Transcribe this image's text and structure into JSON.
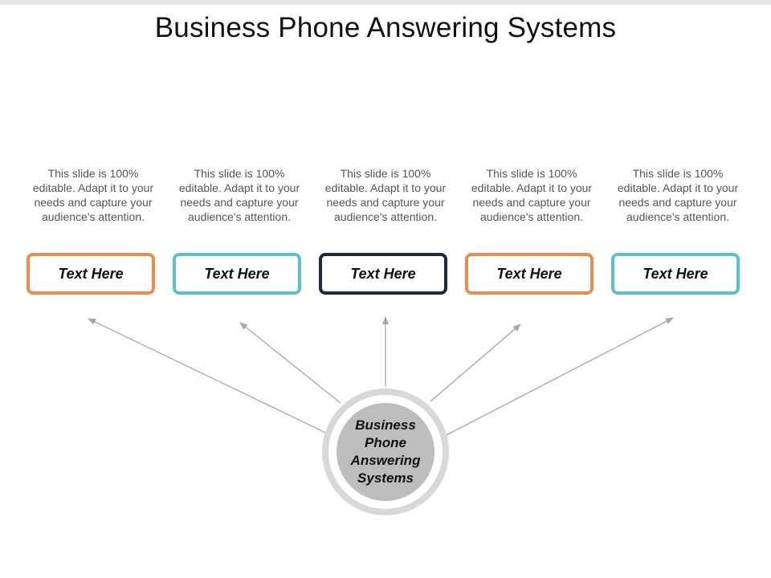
{
  "title": "Business Phone Answering Systems",
  "hub": {
    "label": "Business Phone Answering Systems"
  },
  "items": [
    {
      "label": "Text Here",
      "description": "This slide is 100% editable. Adapt it to your needs and capture your audience's attention.",
      "color": "#ed8b4e"
    },
    {
      "label": "Text Here",
      "description": "This slide is 100% editable. Adapt it to your needs and capture your audience's attention.",
      "color": "#5bc0cf"
    },
    {
      "label": "Text Here",
      "description": "This slide is 100% editable. Adapt it to your needs and capture your audience's attention.",
      "color": "#1c2b3a"
    },
    {
      "label": "Text Here",
      "description": "This slide is 100% editable. Adapt it to your needs and capture your audience's attention.",
      "color": "#ed8b4e"
    },
    {
      "label": "Text Here",
      "description": "This slide is 100% editable. Adapt it to your needs and capture your audience's attention.",
      "color": "#5bc0cf"
    }
  ],
  "colors": {
    "connector": "#a6a6a6",
    "hub_ring": "#d8d8d8",
    "hub_core": "#bdbdbd"
  }
}
